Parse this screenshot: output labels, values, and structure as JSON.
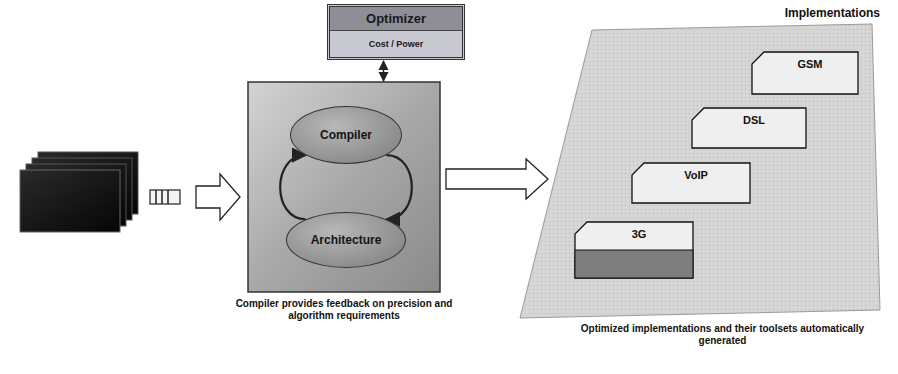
{
  "diagram": {
    "nodes": [
      {
        "text": [
          "Optimizer",
          "Cost / Power"
        ]
      },
      {
        "text": [
          "Compiler provides feedback on precision and algorithm requirements"
        ]
      },
      {
        "text": [
          "Compiler"
        ],
        "in": 1
      },
      {
        "text": [
          "Architecture"
        ],
        "in": 1
      },
      {
        "text": [
          "Implementations",
          "Optimized implementations and their toolsets automatically generated"
        ]
      },
      {
        "text": [
          "GSM"
        ],
        "in": 4
      },
      {
        "text": [
          "DSL"
        ],
        "in": 4
      },
      {
        "text": [
          "VoIP"
        ],
        "in": 4
      },
      {
        "text": [
          "3G"
        ],
        "in": 4
      }
    ],
    "edges": [
      {
        "from": 0,
        "to": 1,
        "arrow": "both"
      },
      {
        "from": 1,
        "to": 4,
        "arrow": "to"
      },
      {
        "from": 3,
        "to": 2,
        "arrow": "to"
      },
      {
        "from": 2,
        "to": 3,
        "arrow": "to"
      }
    ]
  }
}
